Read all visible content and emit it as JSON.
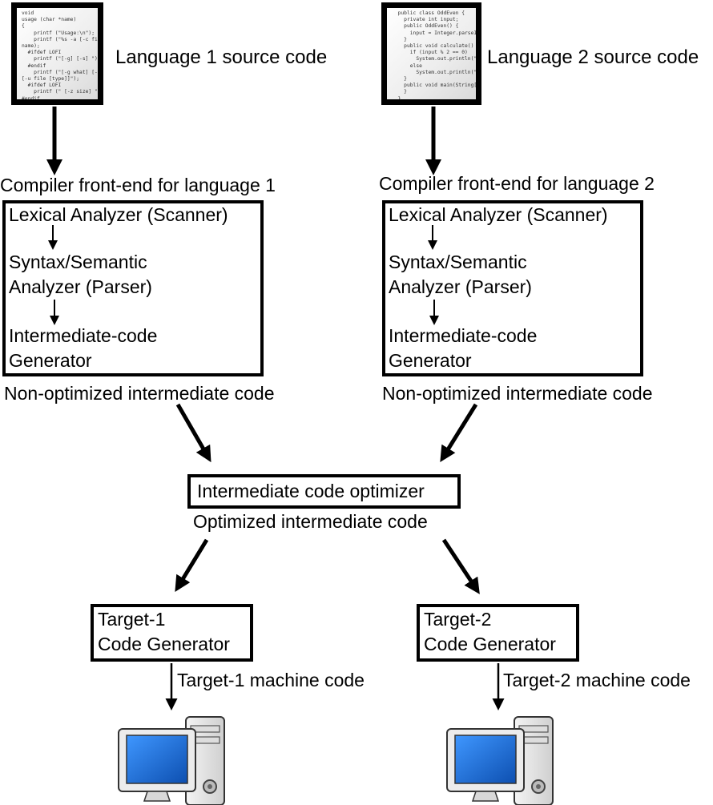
{
  "sources": [
    {
      "caption": "Language 1 source code",
      "code": "void\nusage (char *name)\n{\n    printf (\"Usage:\\n\");\n    printf (\"%s -a [-c file\",\nname);\n  #ifdef LOFI\n    printf (\"[-g] [-s] \");\n  #endif\n    printf (\"[-g what] [-r]\n[-u file [type]]\");\n  #ifdef LOFI\n    printf (\" [-z size] \");\n#endif"
    },
    {
      "caption": "Language 2 source code",
      "code": "  public class OddEven {\n    private int input;\n    public OddEven() {\n      input = Integer.parseInt()\n    }\n    public void calculate() {\n      if (input % 2 == 0)\n        System.out.println(\"Even\");\n      else\n        System.out.println(\"Odd\");\n    }\n    public void main(String[] args) {\n    }\n  }"
    }
  ],
  "frontends": [
    {
      "title": "Compiler front-end for language 1",
      "stages": [
        "Lexical Analyzer (Scanner)",
        "Syntax/Semantic",
        "Analyzer (Parser)",
        "Intermediate-code",
        "Generator"
      ],
      "output": "Non-optimized intermediate code"
    },
    {
      "title": "Compiler front-end for language 2",
      "stages": [
        "Lexical Analyzer (Scanner)",
        "Syntax/Semantic",
        "Analyzer (Parser)",
        "Intermediate-code",
        "Generator"
      ],
      "output": "Non-optimized intermediate code"
    }
  ],
  "optimizer": {
    "label": "Intermediate code optimizer",
    "output": "Optimized intermediate code"
  },
  "backends": [
    {
      "line1": "Target-1",
      "line2": "Code Generator",
      "output": "Target-1 machine code"
    },
    {
      "line1": "Target-2",
      "line2": "Code Generator",
      "output": "Target-2 machine code"
    }
  ],
  "icons": [
    "document-icon",
    "arrow-icon",
    "computer-icon"
  ],
  "colors": {
    "stroke": "#000000",
    "screen": "#1a6fd6",
    "case": "#e6e6e6"
  }
}
